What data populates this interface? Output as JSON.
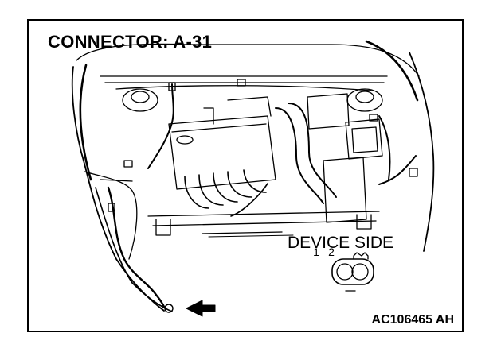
{
  "diagram": {
    "title": "CONNECTOR: A-31",
    "device_label": "DEVICE SIDE",
    "connector_pins": [
      "1",
      "2"
    ],
    "figure_code": "AC106465 AH",
    "icons": [
      "engine-bay-illustration",
      "location-arrow-icon",
      "connector-face-icon"
    ]
  }
}
